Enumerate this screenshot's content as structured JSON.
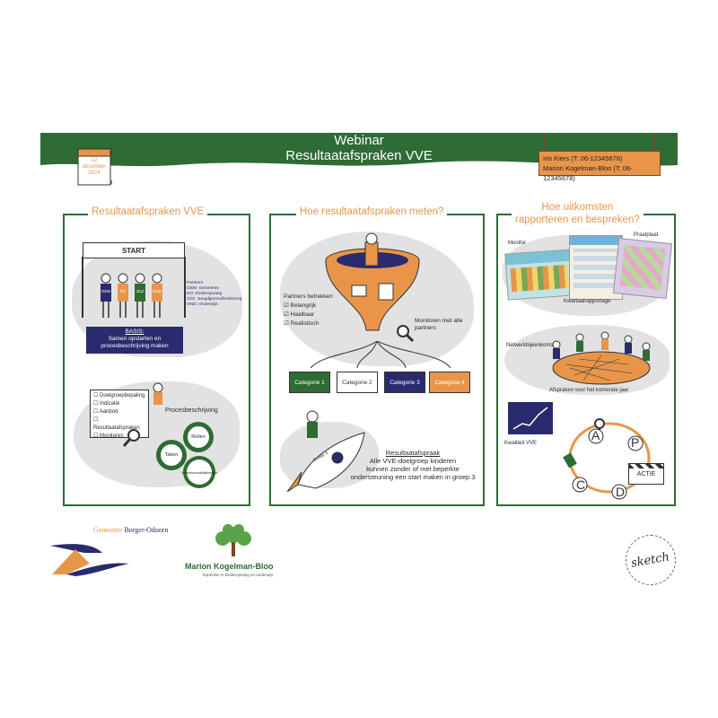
{
  "header": {
    "title_line1": "Webinar",
    "title_line2": "Resultaatafspraken VVE",
    "calendar_day": "12",
    "calendar_month": "december",
    "calendar_year": "2024",
    "contact_line1": "Iris Kiers (T: 06-12345678)",
    "contact_line2": "Marion Kogelman-Bloo (T: 06-12345678)"
  },
  "colors": {
    "green": "#2e6b35",
    "orange": "#e8954a",
    "navy": "#2a2a6e",
    "grey": "#e2e2e2"
  },
  "panel1": {
    "title": "Resultaatafspraken VVE",
    "start_label": "START",
    "figures": [
      "GEM",
      "KO",
      "JGZ",
      "OND"
    ],
    "partners_title": "Partners",
    "partners": [
      "GEM: Gemeente",
      "KO: Kinderopvang",
      "JGZ: Jeugdgezondheidszorg",
      "OND: Onderwijs"
    ],
    "basis_label": "BASIS:",
    "basis_text_line1": "Samen opstarten en",
    "basis_text_line2": "procesbeschrijving maken",
    "checklist": [
      "Doelgroepbepaling",
      "Indicatie",
      "Aanbod",
      "Resultaatafspraken",
      "Monitoren"
    ],
    "procesbeschrijving": "Procesbeschrijving",
    "gears": [
      "Taken",
      "Rollen",
      "Verantwoordelijkheden"
    ]
  },
  "panel2": {
    "title": "Hoe resultaatafspraken meten?",
    "partners_betrekken": "Partners betrekken",
    "criteria": [
      "Belangrijk",
      "Haalbaar",
      "Realistisch"
    ],
    "monitoren": "Monitoren met alle partners",
    "categories": [
      "Categorie 1",
      "Categorie 2",
      "Categorie 3",
      "Categorie 4"
    ],
    "rocket_label": "Groep 3",
    "result_title": "Resultaatafspraak",
    "result_line1": "Alle VVE-doelgroep kinderen",
    "result_line2": "kunnen zonder of met beperkte",
    "result_line3": "ondersteuning een start maken in groep 3"
  },
  "panel3": {
    "title_line1": "Hoe uitkomsten",
    "title_line2": "rapporteren en bespreken?",
    "monitor": "Monitor",
    "praatplaat": "Praatplaat",
    "kwartaal": "Kwartaalrapportage",
    "netwerk": "Netwerkbijeenkomst",
    "afspraken": "Afspraken voor het komende jaar",
    "kwaliteit": "Kwaliteit VVE",
    "cycle": [
      "A",
      "P",
      "D",
      "C"
    ],
    "actie": "ACTIE"
  },
  "footer": {
    "gemeente_a": "Gemeente",
    "gemeente_b": "Borger-Odoorn",
    "mk_name": "Marion Kogelman-Bloo",
    "mk_tag": "Expertise in kinderopvang en onderwijs",
    "sketch": "sketch"
  }
}
